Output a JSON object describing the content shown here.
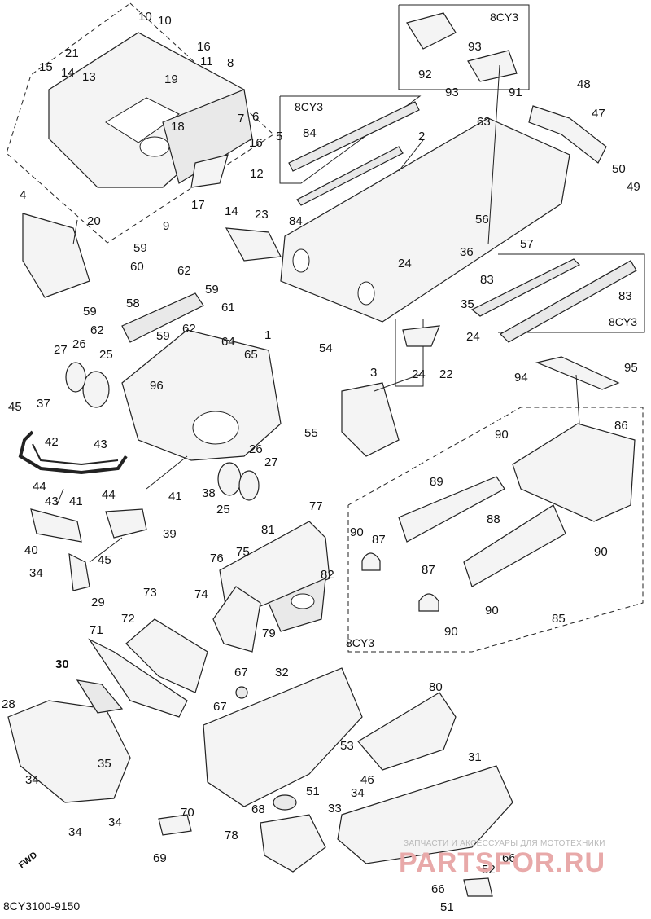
{
  "diagram": {
    "footer_code": "8CY3100-9150",
    "fwd_label": "FWD",
    "watermark_line1": "ЗАПЧАСТИ И АКСЕССУАРЫ ДЛЯ МОТОТЕХНИКИ",
    "watermark_line2": "PARTSFOR.RU",
    "box_labels": {
      "b1": "8CY3",
      "b2": "8CY3",
      "b3": "8CY3",
      "b4": "8CY3"
    },
    "callouts": {
      "c1": "1",
      "c2": "2",
      "c3": "3",
      "c4": "4",
      "c5": "5",
      "c6": "6",
      "c7": "7",
      "c8": "8",
      "c9": "9",
      "c10a": "10",
      "c10b": "10",
      "c11": "11",
      "c12": "12",
      "c13": "13",
      "c14a": "14",
      "c14b": "14",
      "c15": "15",
      "c16a": "16",
      "c16b": "16",
      "c17": "17",
      "c18": "18",
      "c19": "19",
      "c20": "20",
      "c21": "21",
      "c22": "22",
      "c23": "23",
      "c24a": "24",
      "c24b": "24",
      "c24c": "24",
      "c25a": "25",
      "c25b": "25",
      "c26a": "26",
      "c26b": "26",
      "c27a": "27",
      "c27b": "27",
      "c28": "28",
      "c29": "29",
      "c30": "30",
      "c31": "31",
      "c32": "32",
      "c33": "33",
      "c34a": "34",
      "c34b": "34",
      "c34c": "34",
      "c34d": "34",
      "c34e": "34",
      "c35a": "35",
      "c35b": "35",
      "c36": "36",
      "c37": "37",
      "c38": "38",
      "c39": "39",
      "c40": "40",
      "c41a": "41",
      "c41b": "41",
      "c42": "42",
      "c43a": "43",
      "c43b": "43",
      "c44a": "44",
      "c44b": "44",
      "c45a": "45",
      "c45b": "45",
      "c46": "46",
      "c47": "47",
      "c48": "48",
      "c49": "49",
      "c50": "50",
      "c51a": "51",
      "c51b": "51",
      "c52": "52",
      "c53": "53",
      "c54": "54",
      "c55": "55",
      "c56": "56",
      "c57": "57",
      "c58": "58",
      "c59a": "59",
      "c59b": "59",
      "c59c": "59",
      "c59d": "59",
      "c60": "60",
      "c61": "61",
      "c62a": "62",
      "c62b": "62",
      "c62c": "62",
      "c63": "63",
      "c64": "64",
      "c65": "65",
      "c66a": "66",
      "c66b": "66",
      "c67a": "67",
      "c67b": "67",
      "c68": "68",
      "c69": "69",
      "c70": "70",
      "c71": "71",
      "c72": "72",
      "c73": "73",
      "c74": "74",
      "c75": "75",
      "c76": "76",
      "c77": "77",
      "c78": "78",
      "c79": "79",
      "c80": "80",
      "c81": "81",
      "c82": "82",
      "c83a": "83",
      "c83b": "83",
      "c84a": "84",
      "c84b": "84",
      "c85": "85",
      "c86": "86",
      "c87a": "87",
      "c87b": "87",
      "c88": "88",
      "c89": "89",
      "c90a": "90",
      "c90b": "90",
      "c90c": "90",
      "c90d": "90",
      "c90e": "90",
      "c91": "91",
      "c92": "92",
      "c93a": "93",
      "c93b": "93",
      "c94": "94",
      "c95": "95",
      "c96": "96"
    }
  }
}
